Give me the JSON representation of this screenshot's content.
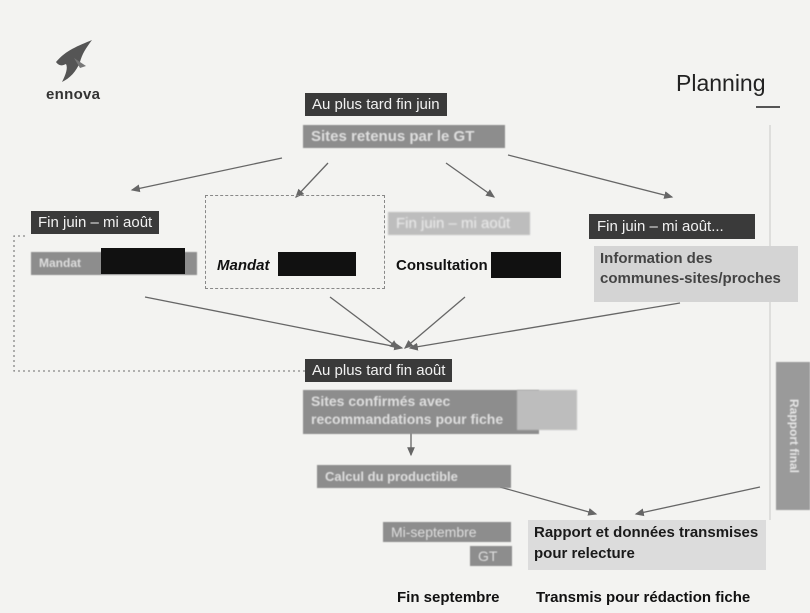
{
  "header": {
    "logo_text": "ennova",
    "title": "Planning"
  },
  "top": {
    "deadline": "Au plus tard fin juin",
    "sites_label": "Sites retenus par le GT"
  },
  "columns": {
    "col1_date": "Fin juin – mi août",
    "col1_item": "Mandat",
    "col2_item": "Mandat",
    "col3_date": "Fin juin – mi août",
    "col3_item": "Consultation",
    "col4_date": "Fin juin – mi août...",
    "col4_item": "Information des communes-sites/proches"
  },
  "middle": {
    "deadline": "Au plus tard fin août",
    "confirmed": "Sites confirmés avec recommandations pour fiche",
    "calc": "Calcul du productible"
  },
  "bottom": {
    "mid_sept": "Mi-septembre",
    "gt": "GT",
    "report": "Rapport et données transmises pour relecture",
    "end_sept": "Fin septembre",
    "sent": "Transmis pour rédaction fiche"
  },
  "sidebar": {
    "label": "Rapport final"
  }
}
